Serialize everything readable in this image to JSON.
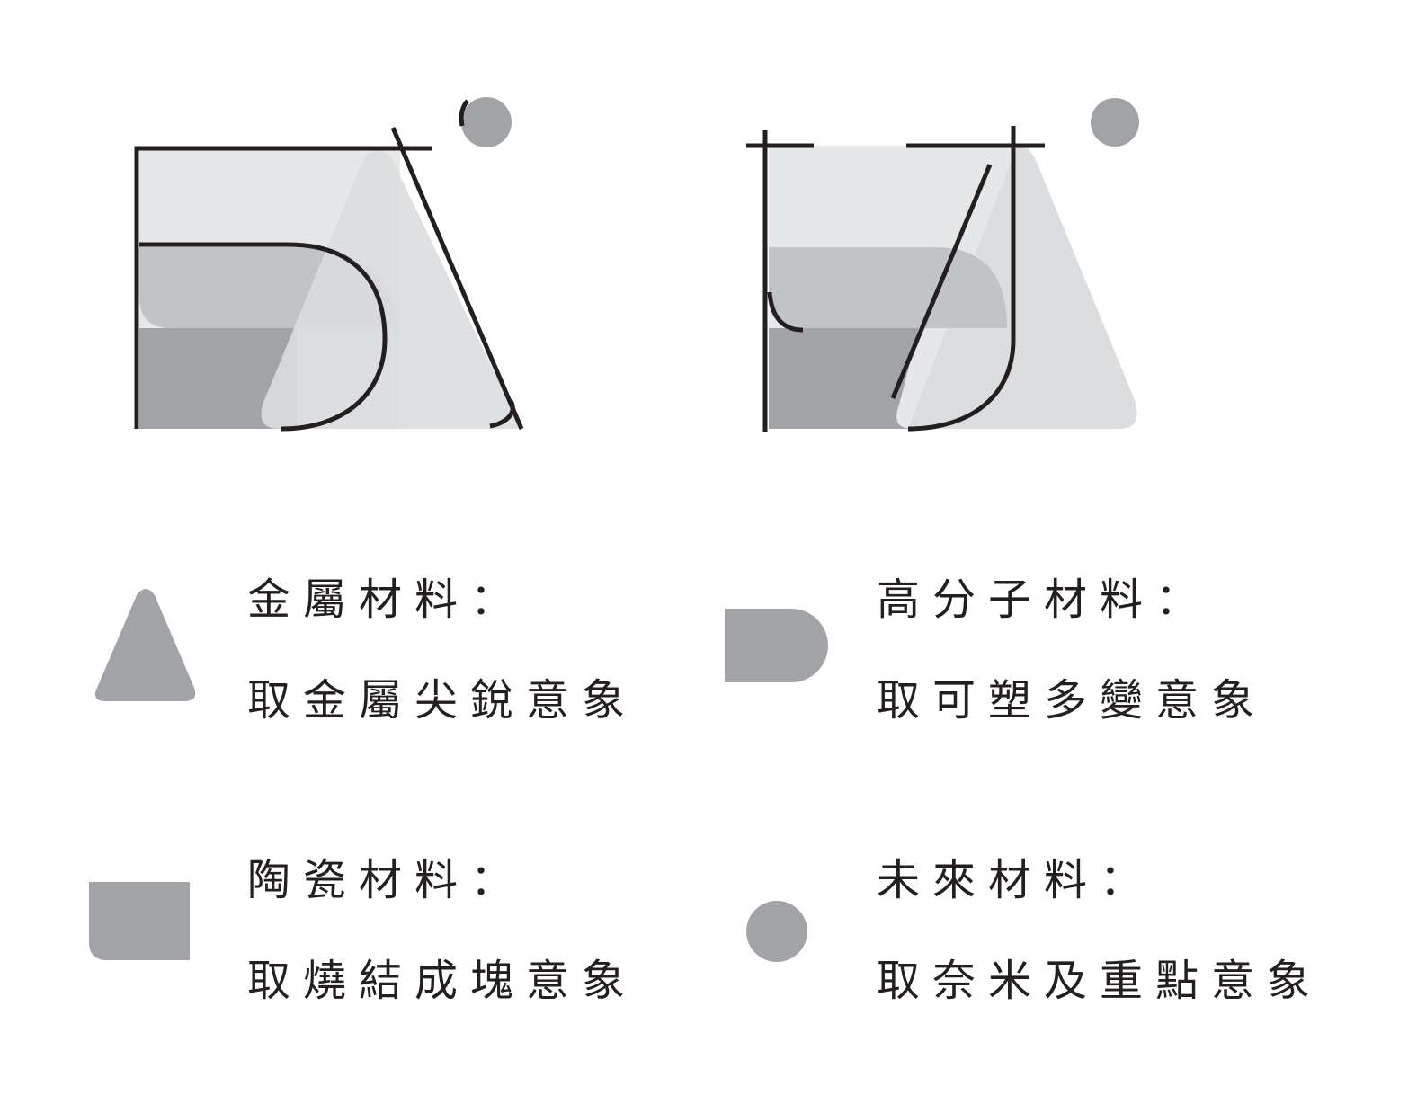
{
  "logos": {
    "left_character": "成",
    "right_character": "材"
  },
  "colors": {
    "light": "#e6e7e8",
    "mid": "#c2c3c6",
    "dark": "#a2a3a6",
    "line": "#231f20"
  },
  "legend": [
    {
      "shape": "triangle-icon",
      "title": "金屬材料：",
      "desc": "取金屬尖銳意象"
    },
    {
      "shape": "d-shape-icon",
      "title": "高分子材料：",
      "desc": "取可塑多變意象"
    },
    {
      "shape": "rounded-square-icon",
      "title": "陶瓷材料：",
      "desc": "取燒結成塊意象"
    },
    {
      "shape": "circle-icon",
      "title": "未來材料：",
      "desc": "取奈米及重點意象"
    }
  ]
}
